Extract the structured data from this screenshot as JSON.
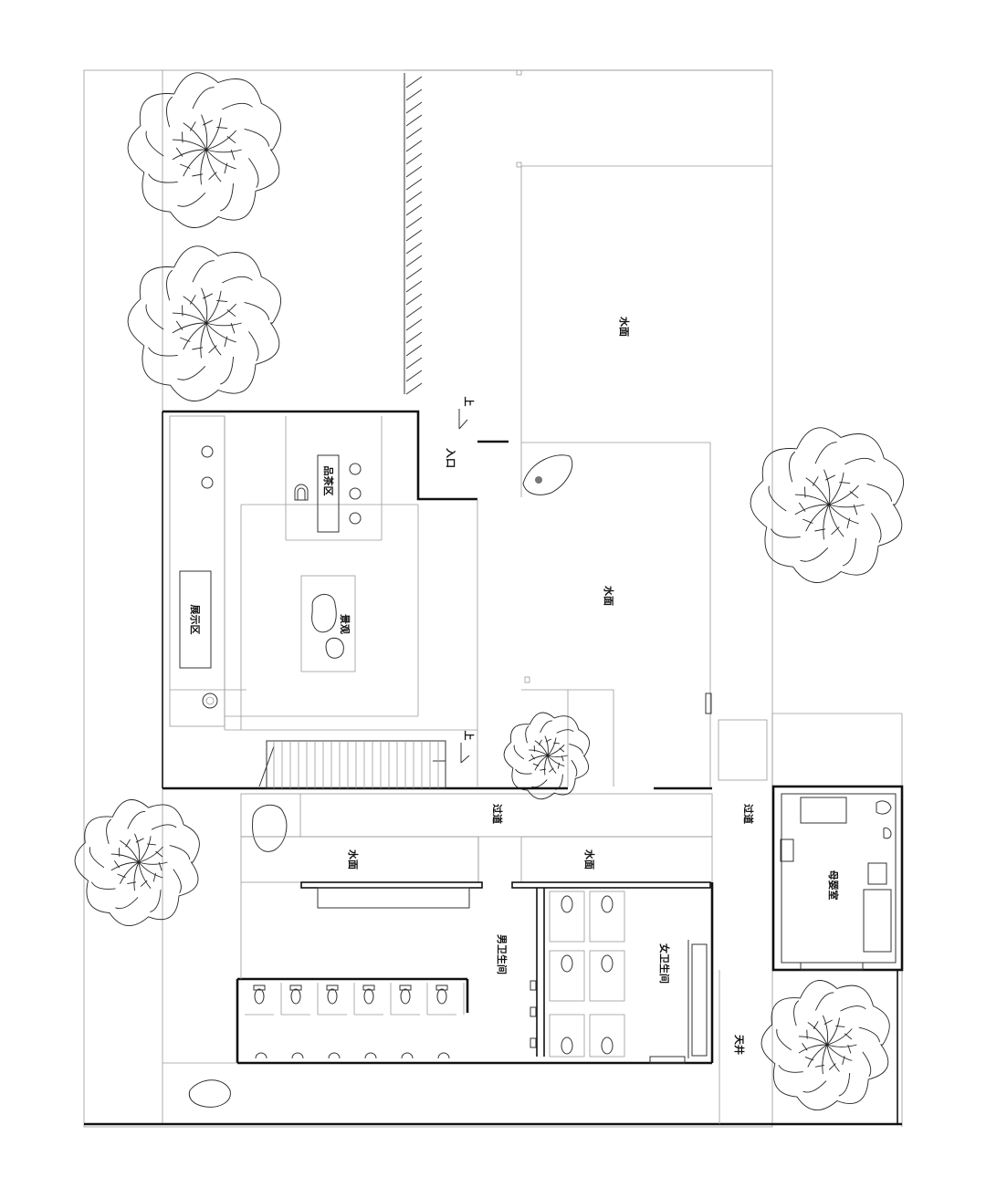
{
  "labels": {
    "water_top": "水面",
    "water_mid": "水面",
    "water_left": "水面",
    "water_right": "水面",
    "entrance": "入口",
    "up_top": "上",
    "up_stair": "上",
    "tea_area": "品茶区",
    "display_area": "展示区",
    "landscape": "景观",
    "corridor_mid": "过道",
    "corridor_right": "过道",
    "mens_toilet": "男卫生间",
    "womens_toilet": "女卫生间",
    "mother_baby": "母婴室",
    "patio": "天井"
  },
  "colors": {
    "line": "#111111",
    "thin_line": "#9a9a9a",
    "background": "#ffffff"
  }
}
